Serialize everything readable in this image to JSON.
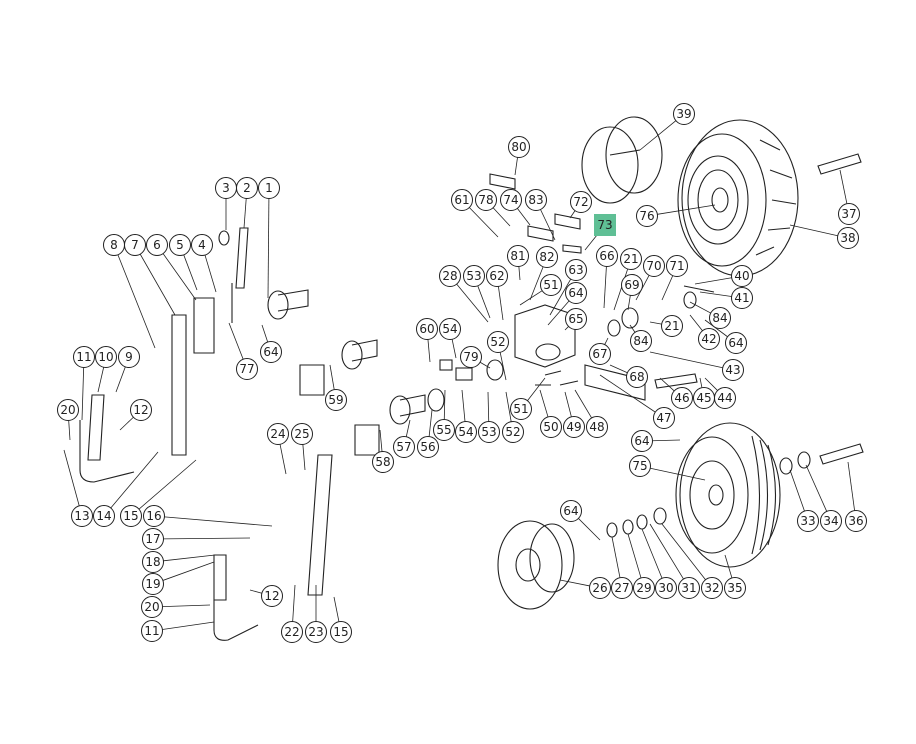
{
  "diagram": {
    "highlight_color": "#5fbf95",
    "highlighted_callout": "73",
    "callouts": [
      "3",
      "2",
      "1",
      "8",
      "7",
      "6",
      "5",
      "4",
      "64",
      "77",
      "59",
      "11",
      "10",
      "9",
      "12",
      "20",
      "13",
      "14",
      "15",
      "16",
      "17",
      "18",
      "19",
      "20",
      "11",
      "12",
      "24",
      "25",
      "22",
      "23",
      "15",
      "58",
      "57",
      "56",
      "55",
      "54",
      "53",
      "52",
      "60",
      "54",
      "79",
      "52",
      "28",
      "53",
      "62",
      "51",
      "61",
      "78",
      "74",
      "83",
      "80",
      "72",
      "73",
      "81",
      "82",
      "63",
      "64",
      "65",
      "39",
      "76",
      "37",
      "38",
      "66",
      "21",
      "70",
      "71",
      "40",
      "41",
      "69",
      "84",
      "64",
      "42",
      "21",
      "84",
      "43",
      "67",
      "68",
      "46",
      "45",
      "44",
      "47",
      "51",
      "50",
      "49",
      "48",
      "64",
      "75",
      "33",
      "34",
      "36",
      "64",
      "26",
      "27",
      "29",
      "30",
      "31",
      "32",
      "35"
    ]
  }
}
